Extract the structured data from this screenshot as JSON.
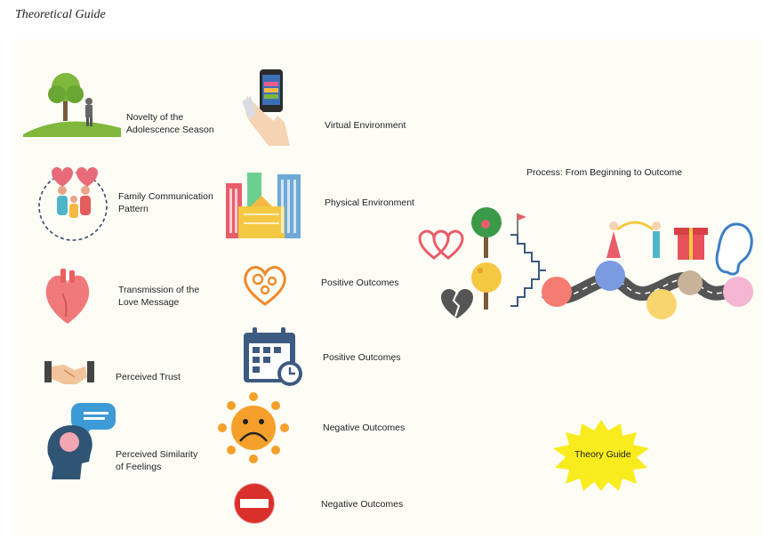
{
  "page_title": "Theoretical Guide",
  "left_items": [
    {
      "icon": "tree-person-icon",
      "label": "Novelty of the\nAdolescence Season"
    },
    {
      "icon": "family-hearts-icon",
      "label": "Family Communication\nPattern"
    },
    {
      "icon": "heart-organ-icon",
      "label": "Transmission of the\nLove Message"
    },
    {
      "icon": "handshake-icon",
      "label": "Perceived Trust"
    },
    {
      "icon": "head-speech-icon",
      "label": "Perceived Similarity\nof Feelings"
    }
  ],
  "middle_items": [
    {
      "icon": "smartphone-icon",
      "label": "Virtual Environment"
    },
    {
      "icon": "buildings-icon",
      "label": "Physical Environment"
    },
    {
      "icon": "ornate-heart-icon",
      "label": "Positive Outcomes"
    },
    {
      "icon": "calendar-clock-icon",
      "label": "Positive Outcomęs"
    },
    {
      "icon": "sad-sun-icon",
      "label": "Negative Outcomes"
    },
    {
      "icon": "no-entry-icon",
      "label": "Negative Outcomes"
    }
  ],
  "process": {
    "title": "Process: From Beginning to Outcome",
    "node_colors": [
      "#f57c73",
      "#7b9be0",
      "#f9d56e",
      "#c8b29a",
      "#f4b6d2"
    ]
  },
  "badge": {
    "label": "Theory Guide",
    "color": "#f8ec1f"
  }
}
